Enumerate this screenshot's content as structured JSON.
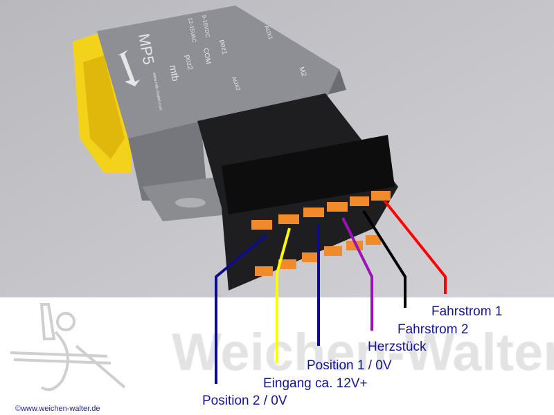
{
  "device": {
    "model": "MP5",
    "brand_logo": "mtb",
    "website": "www.mtb-model.com",
    "supply_dc": "9-16VDC",
    "supply_ac": "12-15VAC",
    "pin_poz1": "poz1",
    "pin_com": "COM",
    "pin_poz2": "poz2",
    "aux1": "AUX1",
    "aux2": "AUX2",
    "m2": "M2"
  },
  "wires": [
    {
      "label": "Position 2 / 0V",
      "color": "#0c0c8c"
    },
    {
      "label": "Eingang ca. 12V+",
      "color": "#ffff00"
    },
    {
      "label": "Position 1 / 0V",
      "color": "#0c0c8c"
    },
    {
      "label": "Herzstück",
      "color": "#9a12b8"
    },
    {
      "label": "Fahrstrom 2",
      "color": "#000000"
    },
    {
      "label": "Fahrstrom 1",
      "color": "#ff0000"
    }
  ],
  "watermark": "Weichen-Walter",
  "copyright": "©www.weichen-walter.de"
}
